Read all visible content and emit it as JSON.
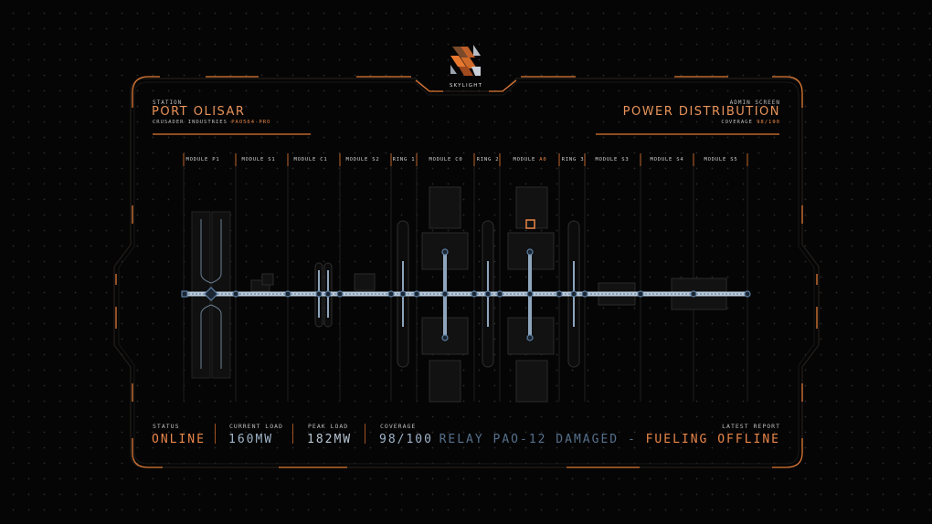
{
  "brand": {
    "name": "SKYLIGHT"
  },
  "header": {
    "left": {
      "caption": "STATION",
      "title": "PORT OLISAR",
      "sub_prefix": "CRUSADER INDUSTRIES",
      "sub_code": "PAO564-PRO"
    },
    "right": {
      "caption": "ADMIN SCREEN",
      "title": "POWER DISTRIBUTION",
      "coverage_label": "COVERAGE",
      "coverage_value": "98/100"
    }
  },
  "modules": [
    {
      "prefix": "MODULE",
      "id": "P1"
    },
    {
      "prefix": "MODULE",
      "id": "S1"
    },
    {
      "prefix": "MODULE",
      "id": "C1"
    },
    {
      "prefix": "MODULE",
      "id": "S2"
    },
    {
      "prefix": "RING",
      "id": "1"
    },
    {
      "prefix": "MODULE",
      "id": "C0"
    },
    {
      "prefix": "RING",
      "id": "2"
    },
    {
      "prefix": "MODULE",
      "id": "A0",
      "highlight": true
    },
    {
      "prefix": "RING",
      "id": "3"
    },
    {
      "prefix": "MODULE",
      "id": "S3"
    },
    {
      "prefix": "MODULE",
      "id": "S4"
    },
    {
      "prefix": "MODULE",
      "id": "S5"
    }
  ],
  "stats": [
    {
      "label": "STATUS",
      "value": "ONLINE"
    },
    {
      "label": "CURRENT LOAD",
      "value": "160MW"
    },
    {
      "label": "PEAK LOAD",
      "value": "182MW"
    },
    {
      "label": "COVERAGE",
      "value": "98/100"
    }
  ],
  "report": {
    "label": "LATEST REPORT",
    "message": "RELAY PAO-12 DAMAGED",
    "separator": "-",
    "alert": "FUELING OFFLINE"
  },
  "colors": {
    "accent": "#e8864a",
    "line": "#9fb4c9",
    "bg": "#050505"
  }
}
